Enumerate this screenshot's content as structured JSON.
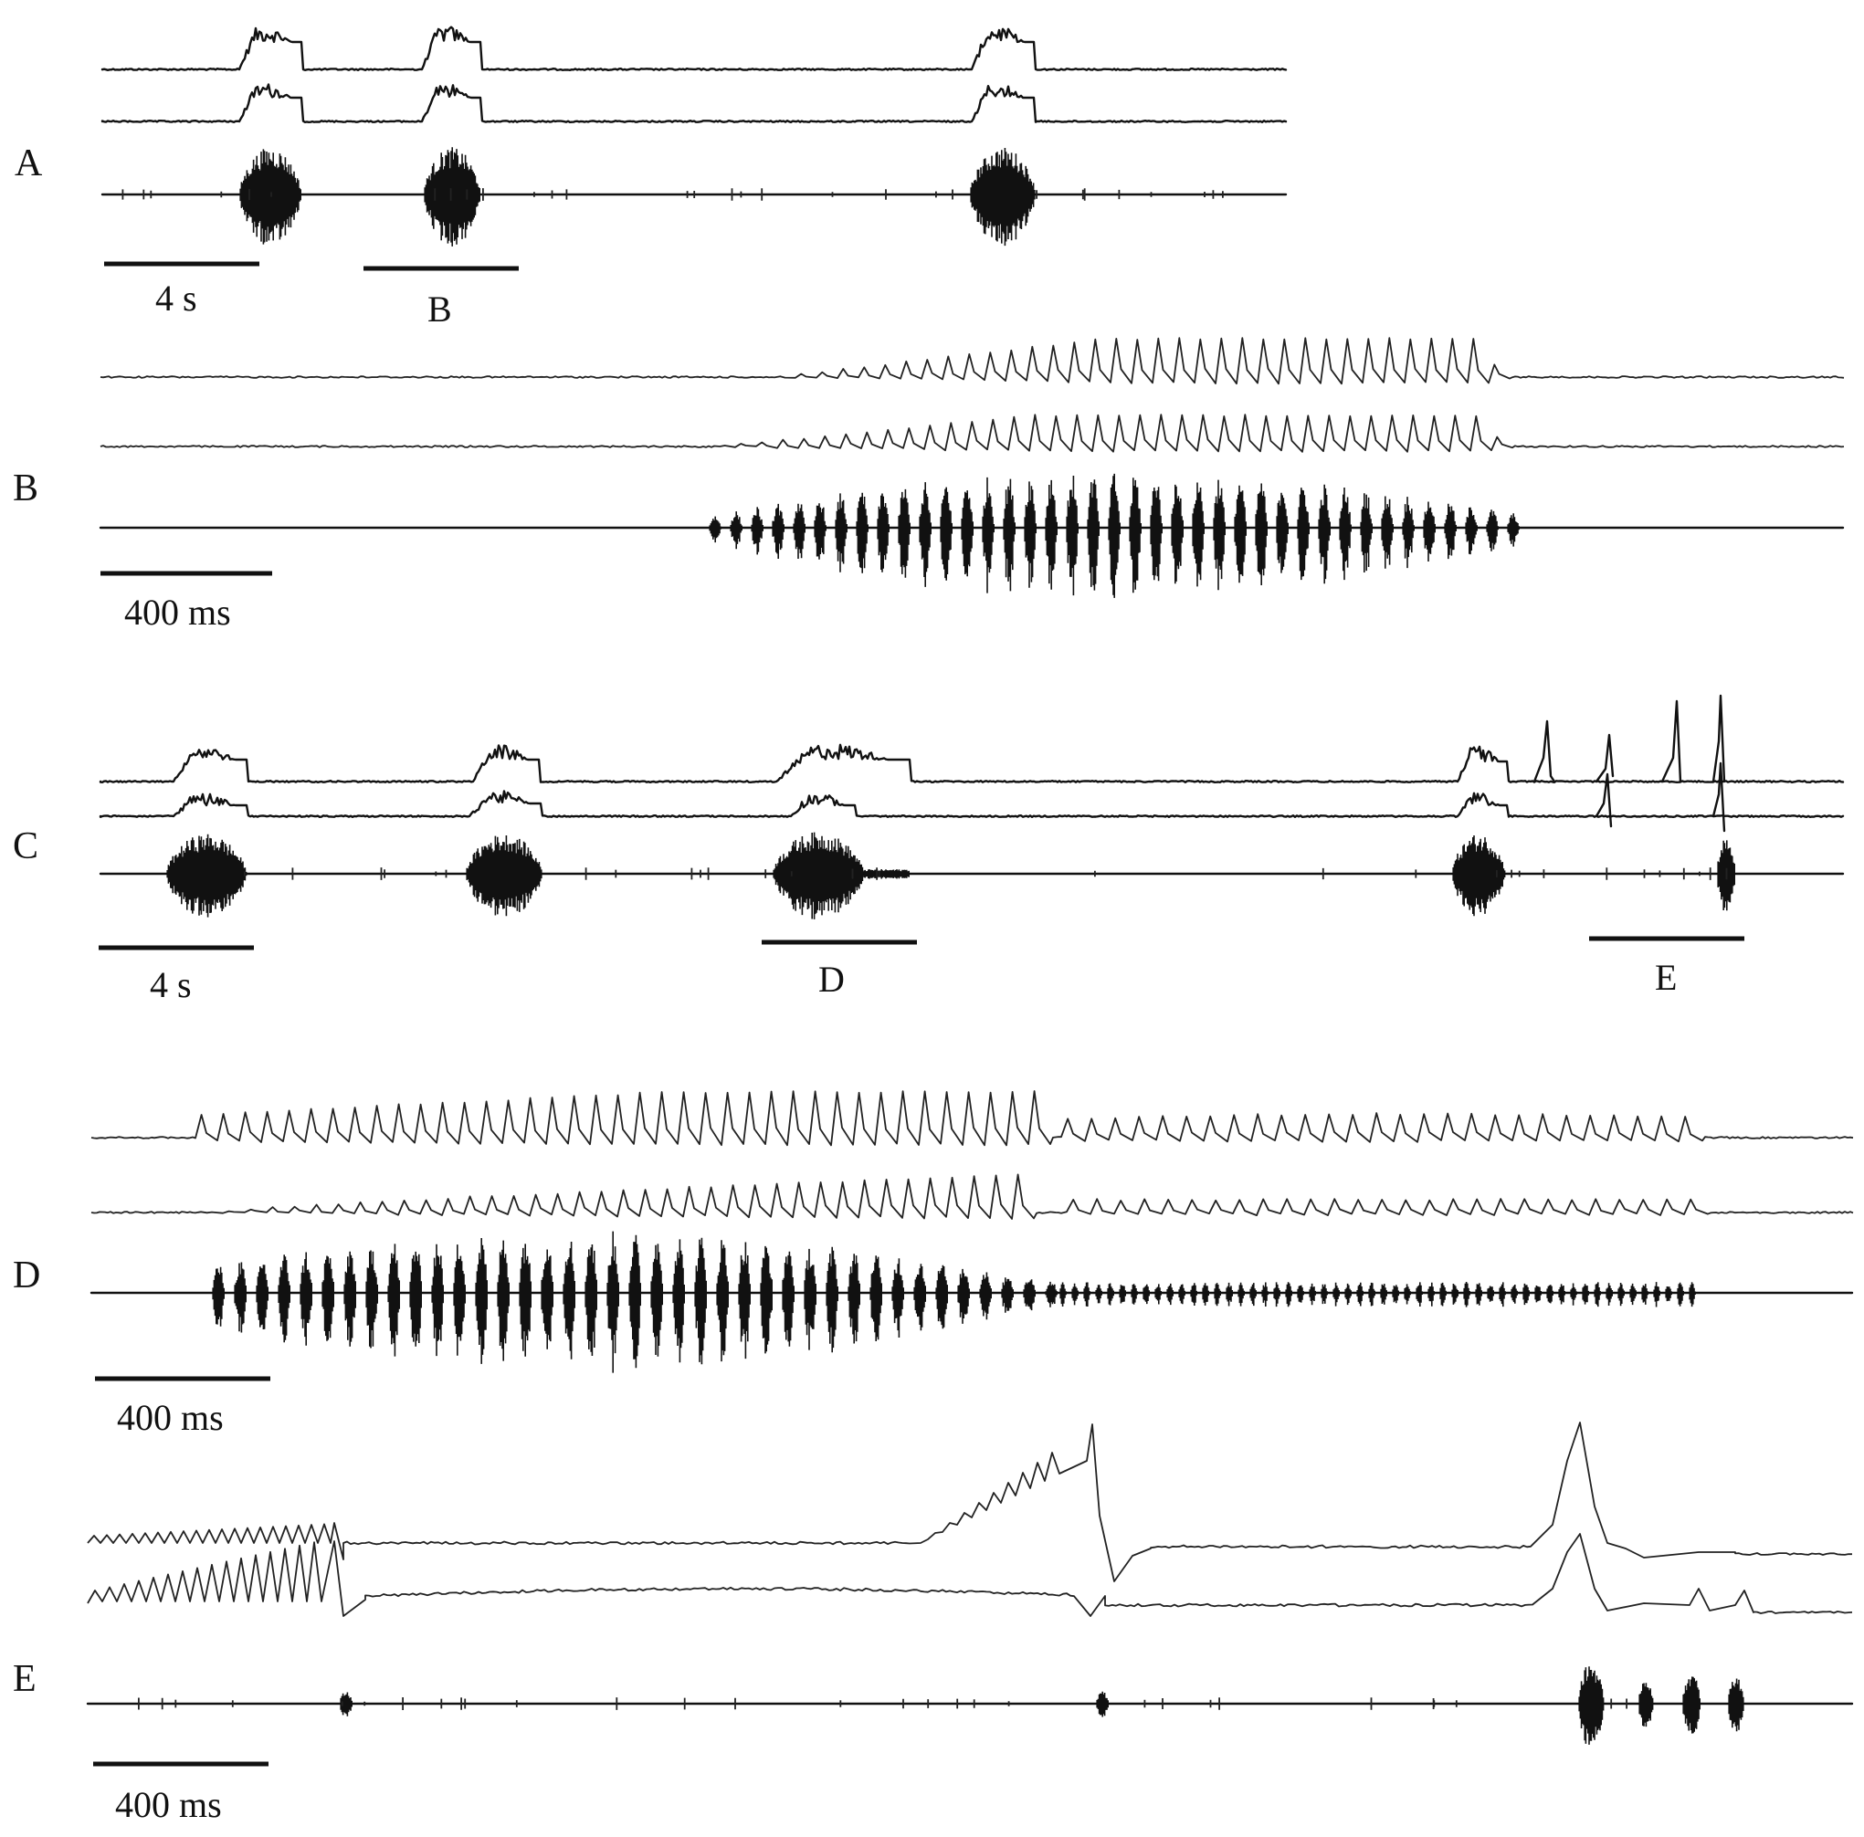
{
  "figure": {
    "panels": [
      {
        "label": "A",
        "scale_label": "4 s",
        "marker_labels": [
          "B"
        ]
      },
      {
        "label": "B",
        "scale_label": "400 ms",
        "marker_labels": []
      },
      {
        "label": "C",
        "scale_label": "4 s",
        "marker_labels": [
          "D",
          "E"
        ]
      },
      {
        "label": "D",
        "scale_label": "400 ms",
        "marker_labels": []
      },
      {
        "label": "E",
        "scale_label": "400 ms",
        "marker_labels": []
      }
    ],
    "colors": {
      "trace": "#111111",
      "background": "#ffffff"
    }
  }
}
